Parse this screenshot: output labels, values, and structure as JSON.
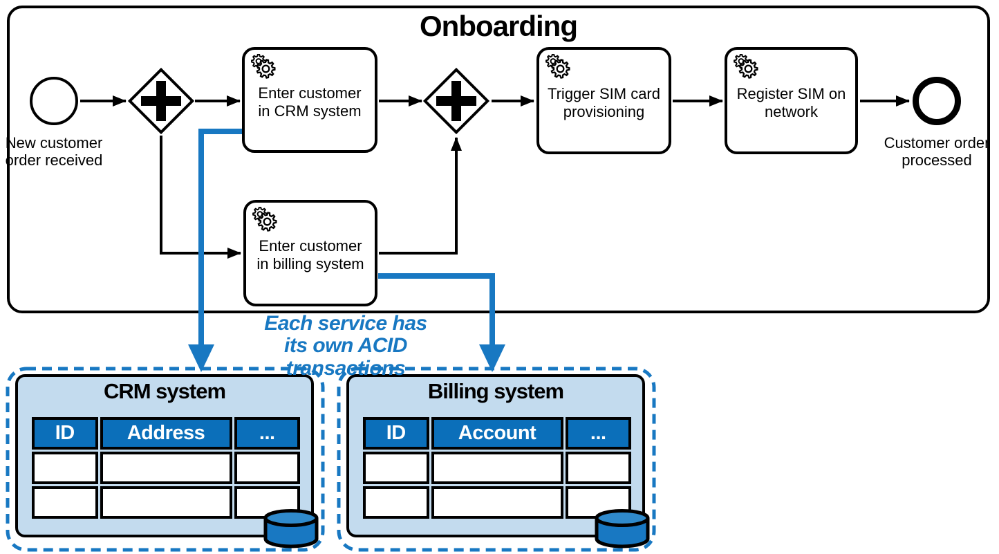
{
  "colors": {
    "accent_blue": "#1878c2",
    "table_header_blue": "#0b6fba",
    "panel_fill_blue": "#c3dbee",
    "diagram_ink": "#000000"
  },
  "pool": {
    "title": "Onboarding"
  },
  "nodes": {
    "start_event": {
      "type": "start-event",
      "label": "New customer\norder received"
    },
    "gateway_split": {
      "type": "parallel-gateway",
      "marker": "plus"
    },
    "task_crm": {
      "type": "service-task",
      "icon": "service-gears-icon",
      "label": "Enter customer\nin CRM system"
    },
    "task_billing": {
      "type": "service-task",
      "icon": "service-gears-icon",
      "label": "Enter customer\nin billing system"
    },
    "gateway_join": {
      "type": "parallel-gateway",
      "marker": "plus"
    },
    "task_sim": {
      "type": "service-task",
      "icon": "service-gears-icon",
      "label": "Trigger SIM card\nprovisioning"
    },
    "task_register": {
      "type": "service-task",
      "icon": "service-gears-icon",
      "label": "Register SIM on\nnetwork"
    },
    "end_event": {
      "type": "end-event",
      "label": "Customer order\nprocessed"
    }
  },
  "annotation": {
    "text": "Each service has\nits own ACID transactions"
  },
  "systems": [
    {
      "title": "CRM system",
      "columns": [
        "ID",
        "Address",
        "..."
      ],
      "rows": [
        [
          "",
          "",
          ""
        ],
        [
          "",
          "",
          ""
        ]
      ],
      "icon": "database-cylinder-icon"
    },
    {
      "title": "Billing system",
      "columns": [
        "ID",
        "Account",
        "..."
      ],
      "rows": [
        [
          "",
          "",
          ""
        ],
        [
          "",
          "",
          ""
        ]
      ],
      "icon": "database-cylinder-icon"
    }
  ]
}
